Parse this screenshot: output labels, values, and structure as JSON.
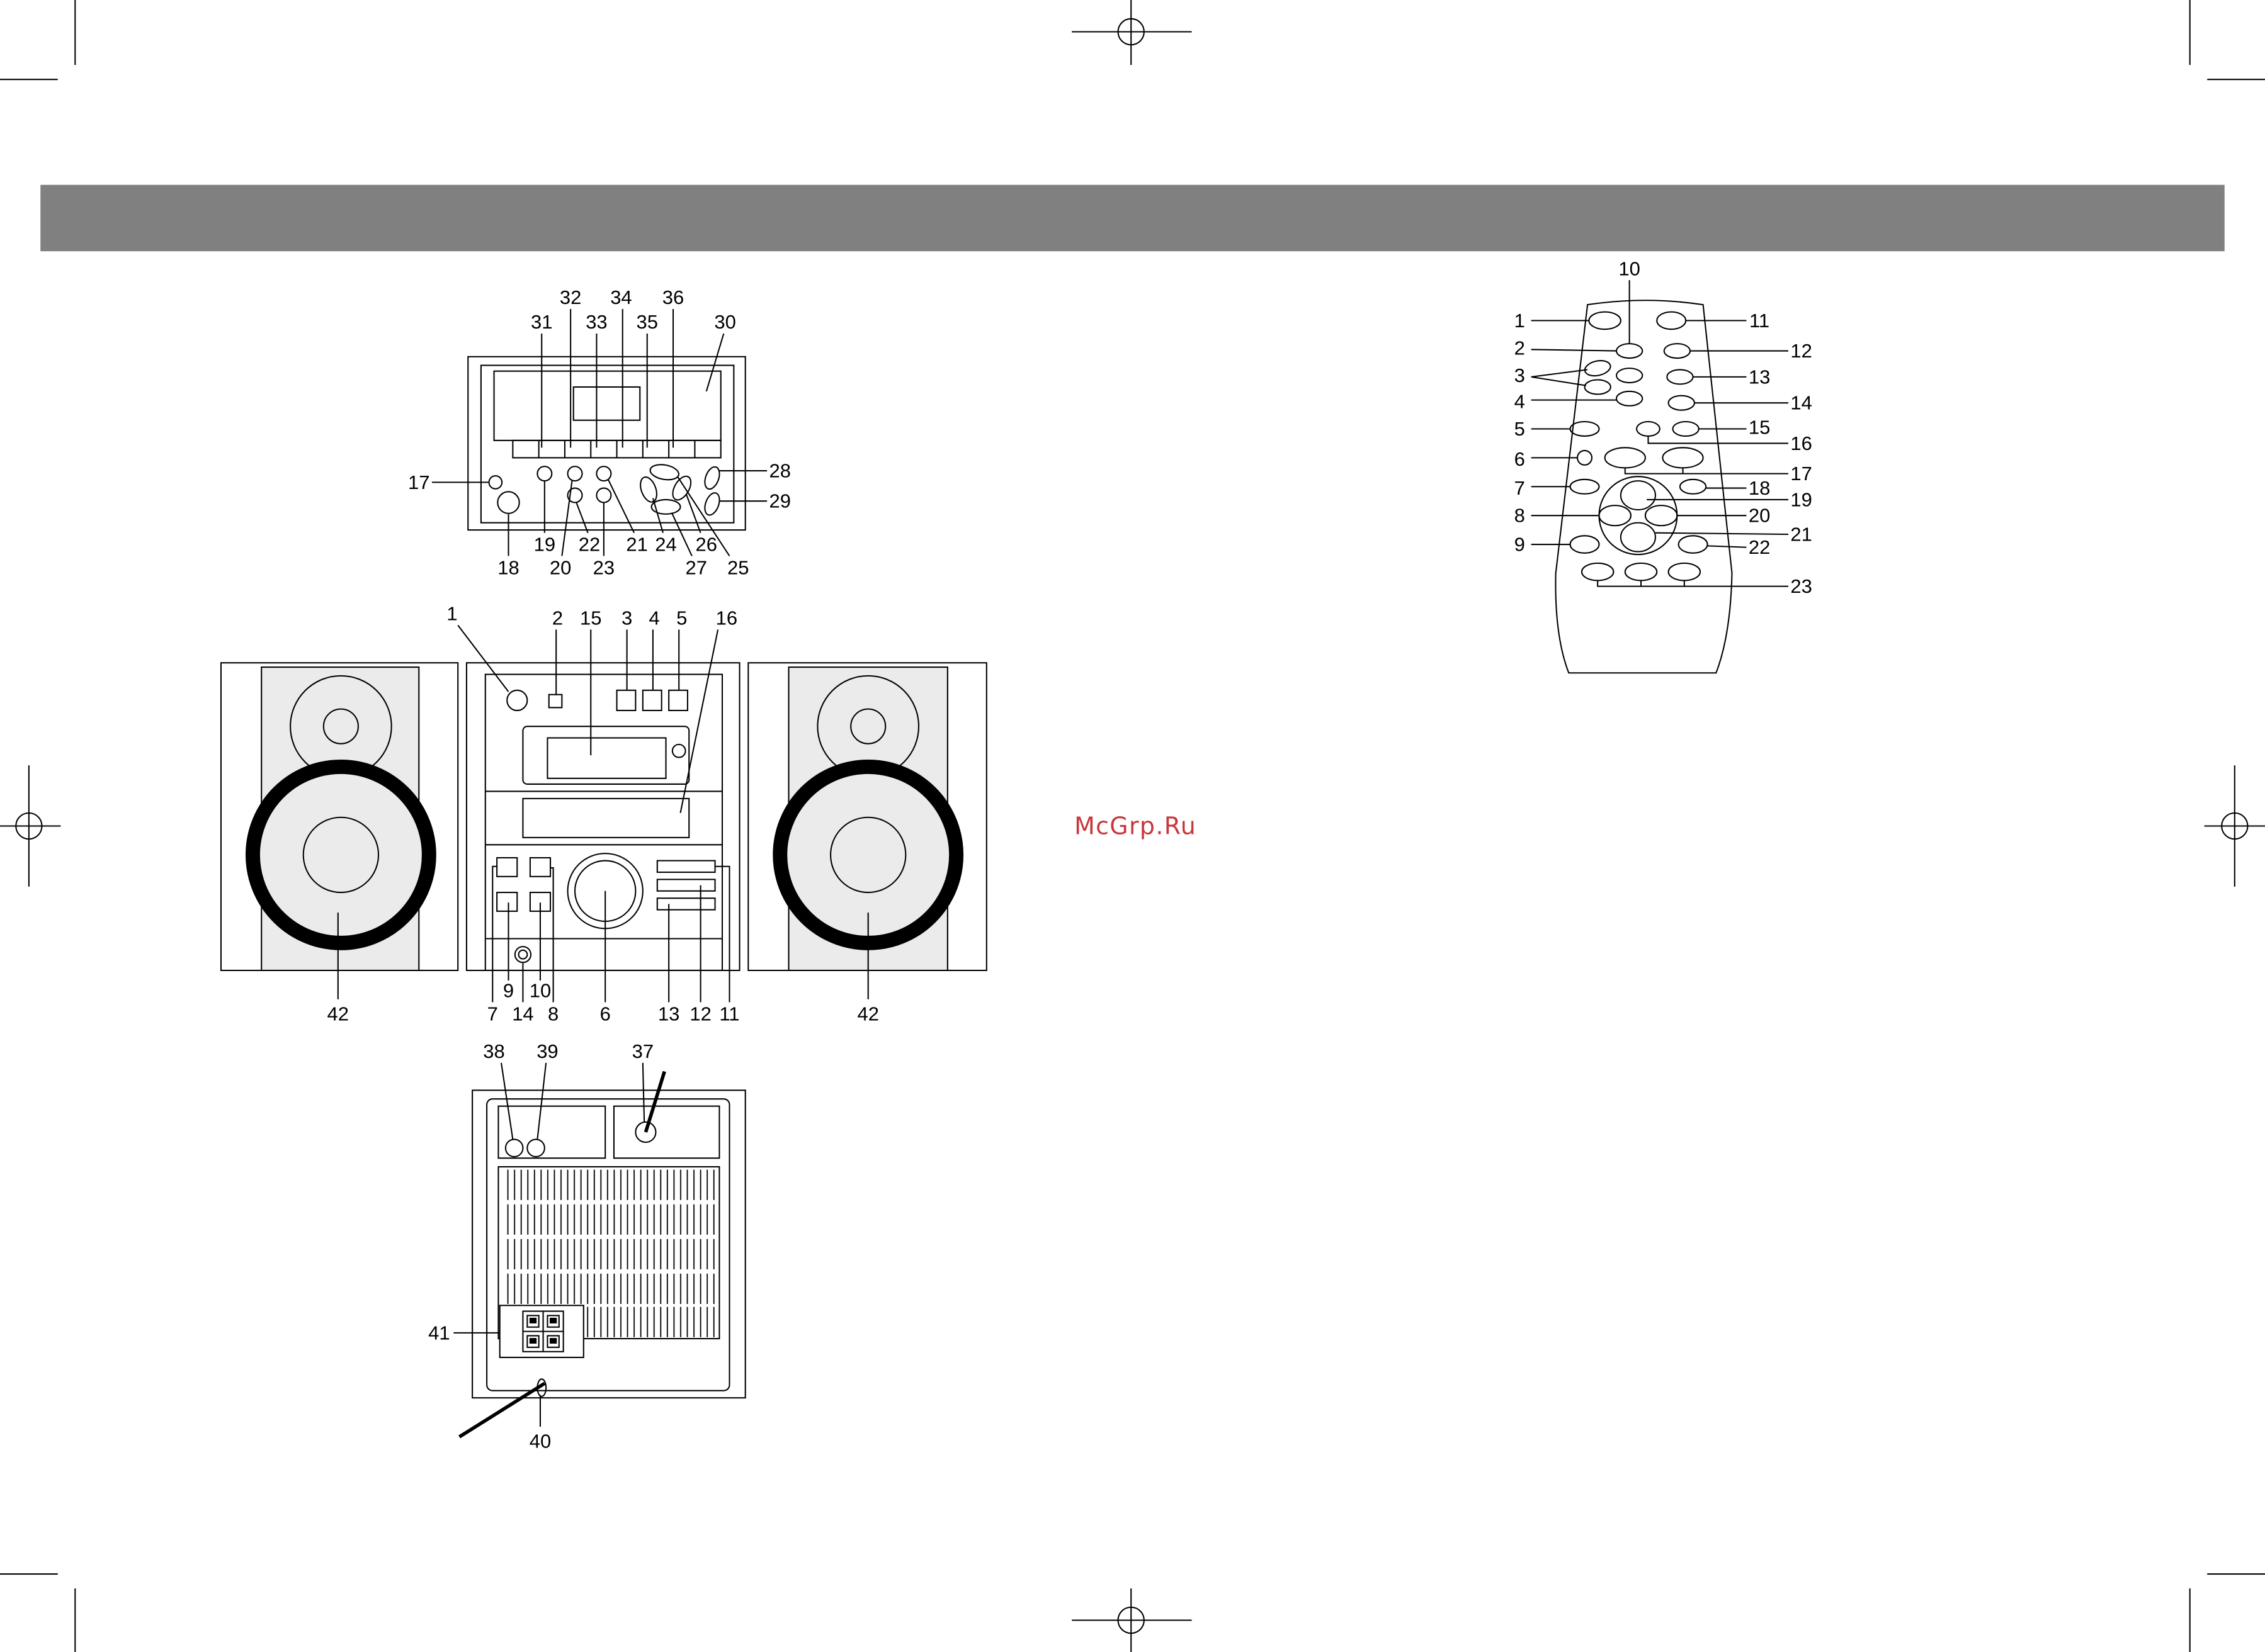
{
  "watermark": "McGrp.Ru",
  "colors": {
    "header_bar": "#808080",
    "watermark": "#c8373a",
    "speaker_panel": "#ebebeb",
    "line": "#000000"
  },
  "cassette_deck": {
    "callouts": [
      "32",
      "34",
      "36",
      "31",
      "33",
      "35",
      "30",
      "17",
      "18",
      "19",
      "20",
      "22",
      "23",
      "21",
      "24",
      "26",
      "27",
      "25",
      "28",
      "29"
    ]
  },
  "main_unit": {
    "callouts": [
      "1",
      "2",
      "15",
      "3",
      "4",
      "5",
      "16",
      "7",
      "9",
      "10",
      "14",
      "8",
      "6",
      "13",
      "12",
      "11"
    ]
  },
  "speakers": {
    "callouts": [
      "42",
      "42"
    ]
  },
  "rear_panel": {
    "callouts": [
      "38",
      "39",
      "37",
      "41",
      "40"
    ]
  },
  "remote_control": {
    "callouts": [
      "10",
      "1",
      "11",
      "2",
      "12",
      "3",
      "13",
      "4",
      "14",
      "5",
      "15",
      "16",
      "6",
      "17",
      "7",
      "18",
      "19",
      "8",
      "20",
      "21",
      "9",
      "22",
      "23"
    ]
  }
}
